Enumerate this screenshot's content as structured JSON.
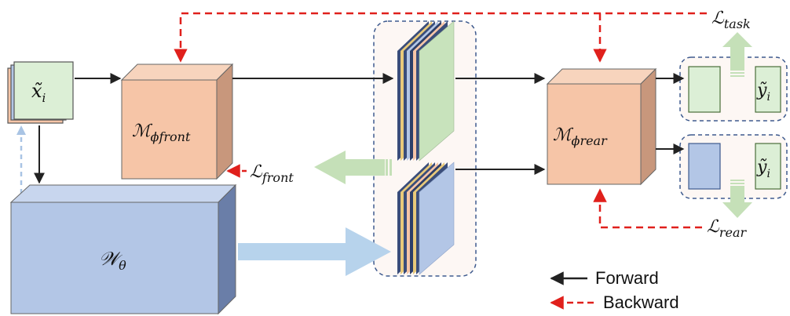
{
  "labels": {
    "input": "x̃",
    "input_sub": "i",
    "front_model": "ℳ",
    "front_model_sub": "ϕfront",
    "rear_model": "ℳ",
    "rear_model_sub": "ϕrear",
    "wm_model": "𝒲",
    "wm_model_sub": "θ",
    "loss_task": "ℒ",
    "loss_task_sub": "task",
    "loss_front": "ℒ",
    "loss_front_sub": "front",
    "loss_rear": "ℒ",
    "loss_rear_sub": "rear",
    "output_top": "ỹ",
    "output_top_sub": "i",
    "output_bottom": "ỹ",
    "output_bottom_sub": "i"
  },
  "legend": {
    "forward": "Forward",
    "backward": "Backward"
  },
  "colors": {
    "front_model": "#f6c5a7",
    "rear_model": "#f6c5a7",
    "wm_model": "#b3c6e6",
    "green_block": "#dcefd6",
    "blue_block": "#b3c6e6",
    "forward_arrow": "#222222",
    "backward_arrow": "#e0201c",
    "panel_border": "#3e5a8e",
    "panel_fill": "#fdf7f4"
  },
  "icons": {
    "green_up_arrow": "fat-arrow-up",
    "green_down_arrow": "fat-arrow-down",
    "green_left_arrow": "fat-arrow-left",
    "blue_right_arrow": "fat-arrow-right"
  }
}
